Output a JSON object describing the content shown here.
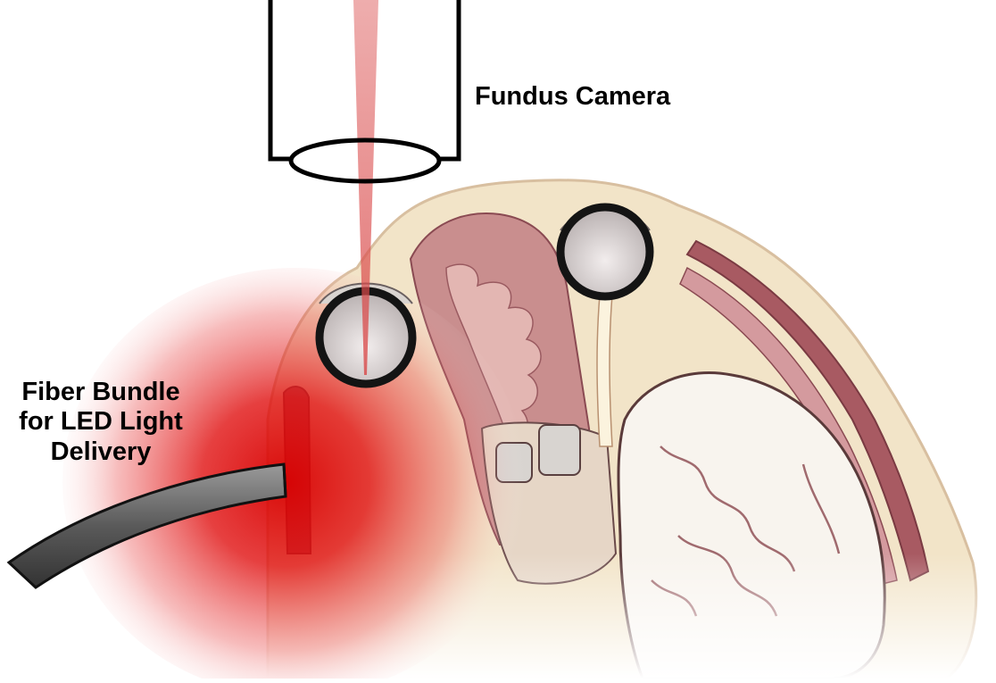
{
  "labels": {
    "fundus_camera": "Fundus Camera",
    "fiber_line1": "Fiber Bundle",
    "fiber_line2": "for LED Light",
    "fiber_line3": "Delivery"
  },
  "colors": {
    "beam": "#e05a5a",
    "glow": "#e00000",
    "skin": "#f2e4c8",
    "skin_edge": "#d8bfa0",
    "tissue": "#c48a8a",
    "tissue_dark": "#8a4a52",
    "brain": "#f8f4ee",
    "outline": "#000000",
    "fiber": "#6a6a6a"
  },
  "icons": {
    "camera": "fundus-camera-icon",
    "lens": "lens-icon",
    "fiber": "fiber-bundle-icon",
    "anatomy": "head-cross-section-illustration"
  }
}
